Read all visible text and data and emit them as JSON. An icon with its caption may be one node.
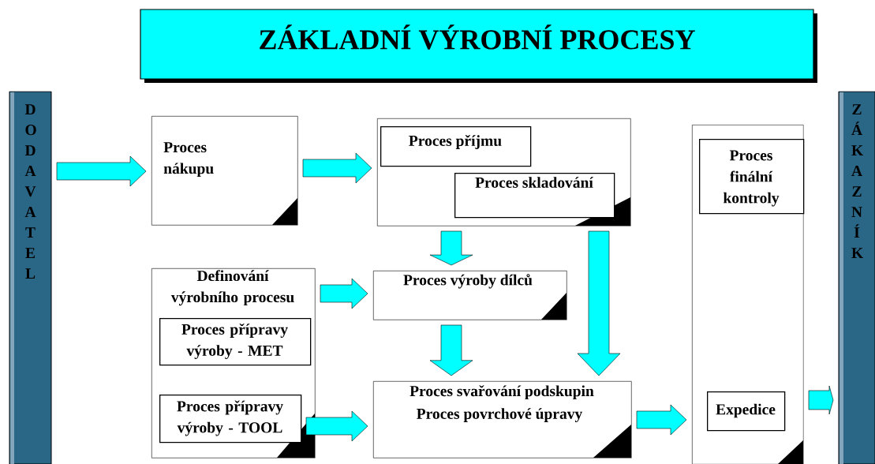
{
  "diagram": {
    "title": "ZÁKLADNÍ VÝROBNÍ PROCESY",
    "nodes": [
      {
        "text": [
          "D O D A V A T E L"
        ]
      },
      {
        "text": [
          "Proces nákupu"
        ]
      },
      {
        "text": [],
        "shape": "box"
      },
      {
        "text": [
          "Proces příjmu"
        ],
        "in": 2
      },
      {
        "text": [
          "Proces skladování"
        ],
        "in": 2
      },
      {
        "text": [
          "Definování výrobního procesu"
        ]
      },
      {
        "text": [
          "Proces přípravy výroby - MET"
        ],
        "in": 5
      },
      {
        "text": [
          "Proces přípravy výroby - TOOL"
        ],
        "in": 5
      },
      {
        "text": [
          "Proces výroby dílců"
        ]
      },
      {
        "text": [
          "Proces svařování podskupin",
          "Proces povrchové úpravy"
        ]
      },
      {
        "text": [],
        "shape": "box"
      },
      {
        "text": [
          "Proces finální kontroly"
        ],
        "in": 10
      },
      {
        "text": [
          "Expedice"
        ],
        "in": 10
      },
      {
        "text": [
          "Z Á K A Z N Í K"
        ]
      }
    ],
    "edges": [
      {
        "from": 0,
        "to": 1,
        "arrow": "to"
      },
      {
        "from": 1,
        "to": 2,
        "arrow": "to"
      },
      {
        "from": 2,
        "to": 8,
        "arrow": "to"
      },
      {
        "from": 2,
        "to": 9,
        "arrow": "to"
      },
      {
        "from": 5,
        "to": 8,
        "arrow": "to"
      },
      {
        "from": 8,
        "to": 9,
        "arrow": "to"
      },
      {
        "from": 7,
        "to": 9,
        "arrow": "to"
      },
      {
        "from": 9,
        "to": 10,
        "arrow": "to"
      },
      {
        "from": 10,
        "to": 13,
        "arrow": "to"
      }
    ]
  }
}
